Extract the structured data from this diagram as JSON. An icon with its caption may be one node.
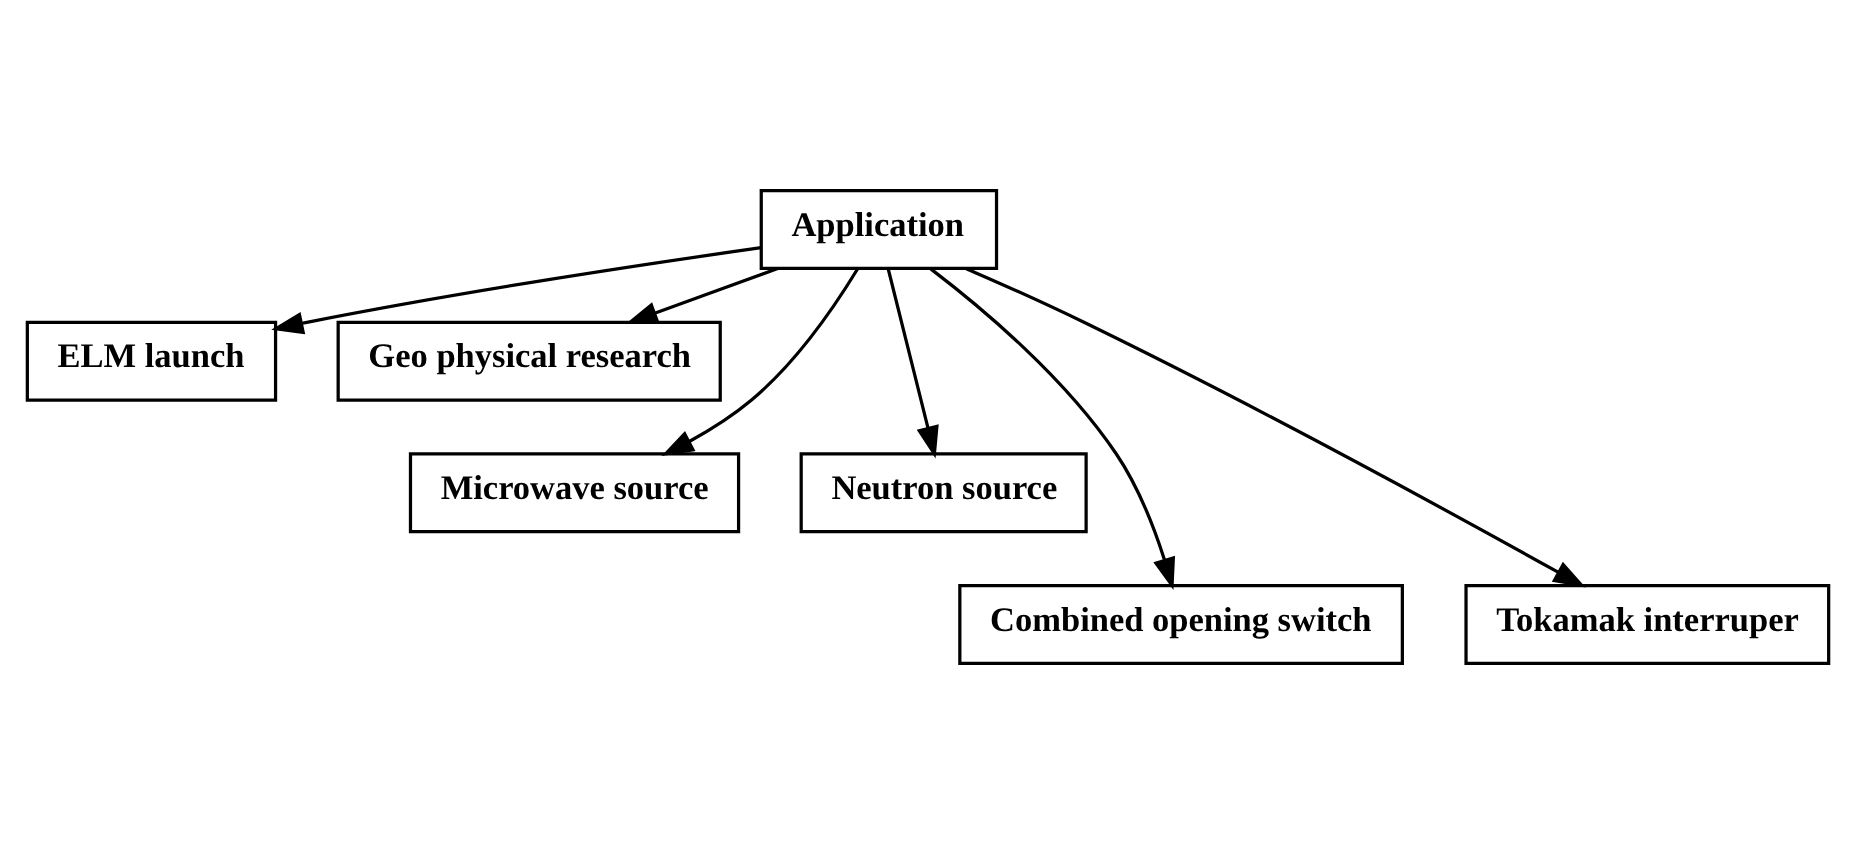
{
  "diagram": {
    "nodes": [
      {
        "text": [
          "Application"
        ]
      },
      {
        "text": [
          "ELM launch"
        ]
      },
      {
        "text": [
          "Geo physical research"
        ]
      },
      {
        "text": [
          "Microwave source"
        ]
      },
      {
        "text": [
          "Neutron source"
        ]
      },
      {
        "text": [
          "Combined opening switch"
        ]
      },
      {
        "text": [
          "Tokamak interruper"
        ]
      }
    ],
    "edges": [
      {
        "from": 0,
        "to": 1,
        "arrow": "to"
      },
      {
        "from": 0,
        "to": 3,
        "arrow": "to"
      },
      {
        "from": 0,
        "to": 5,
        "arrow": "to"
      },
      {
        "from": 0,
        "to": 6,
        "arrow": "to"
      },
      {
        "from": 0,
        "to": 4,
        "arrow": "to"
      },
      {
        "from": 0,
        "to": 2,
        "arrow": "to"
      }
    ]
  }
}
